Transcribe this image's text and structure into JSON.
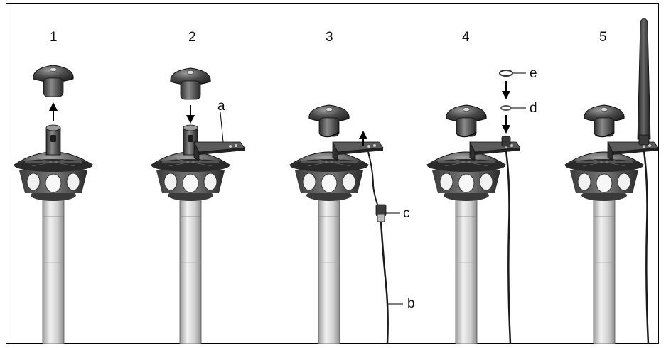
{
  "steps": [
    {
      "number": "1"
    },
    {
      "number": "2"
    },
    {
      "number": "3"
    },
    {
      "number": "4"
    },
    {
      "number": "5"
    }
  ],
  "callouts": {
    "a": "a",
    "b": "b",
    "c": "c",
    "d": "d",
    "e": "e"
  },
  "colors": {
    "border": "#000000",
    "metal_dark": "#2b2b2b",
    "metal_mid": "#6a6a6a",
    "metal_light": "#bdbdbd",
    "pole": "#d8d8d8",
    "cable": "#1a1a1a"
  }
}
